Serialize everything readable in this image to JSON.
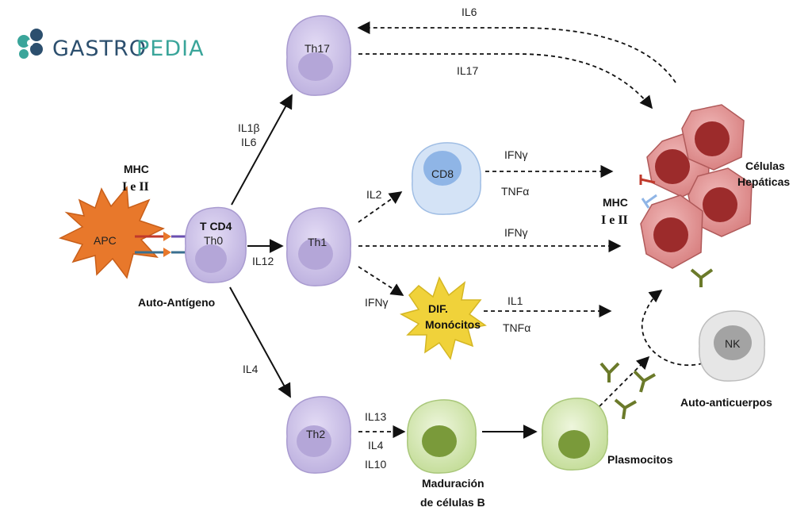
{
  "brand": {
    "part1": "GASTRO",
    "part2": "PEDIA"
  },
  "cells": {
    "apc": "APC",
    "tcd4_title": "T CD4",
    "tcd4_sub": "Th0",
    "th17": "Th17",
    "th1": "Th1",
    "th2": "Th2",
    "cd8": "CD8",
    "monocitos_1": "DIF.",
    "monocitos_2": "Monócitos",
    "nk": "NK"
  },
  "labels": {
    "mhc_left_1": "MHC",
    "mhc_left_2": "I e II",
    "auto_antigeno": "Auto-Antígeno",
    "il1b": "IL1β",
    "il6_a": "IL6",
    "il12": "IL12",
    "il4_a": "IL4",
    "il6_top": "IL6",
    "il17": "IL17",
    "il2": "IL2",
    "ifng_cd8": "IFNγ",
    "tnfa_cd8": "TNFα",
    "ifng_th1": "IFNγ",
    "ifng_mono": "IFNγ",
    "il1_mono": "IL1",
    "tnfa_mono": "TNFα",
    "il13": "IL13",
    "il4_b": "IL4",
    "il10": "IL10",
    "celulas_1": "Células",
    "celulas_2": "Hepáticas",
    "mhc_right_1": "MHC",
    "mhc_right_2": "I e II",
    "auto_anticuerpos": "Auto-anticuerpos",
    "maduracion_1": "Maduración",
    "maduracion_2": "de células B",
    "plasmocitos": "Plasmocitos"
  },
  "colors": {
    "apc": "#e8782b",
    "th_cell": "#cfc6e8",
    "th_nucleus": "#b4a6d8",
    "cd8": "#cfe0f5",
    "cd8_nucleus": "#8fb5e6",
    "monocyte": "#f0d23a",
    "b_cell": "#d7e8b6",
    "b_nucleus": "#7a9a3a",
    "hepatocyte": "#e39a9a",
    "hepatocyte_nucleus": "#9c2b2b",
    "nk": "#e9e9e9",
    "nk_nucleus": "#a3a3a3",
    "brand_dark": "#2c4f6e",
    "brand_teal": "#3aa59a"
  }
}
